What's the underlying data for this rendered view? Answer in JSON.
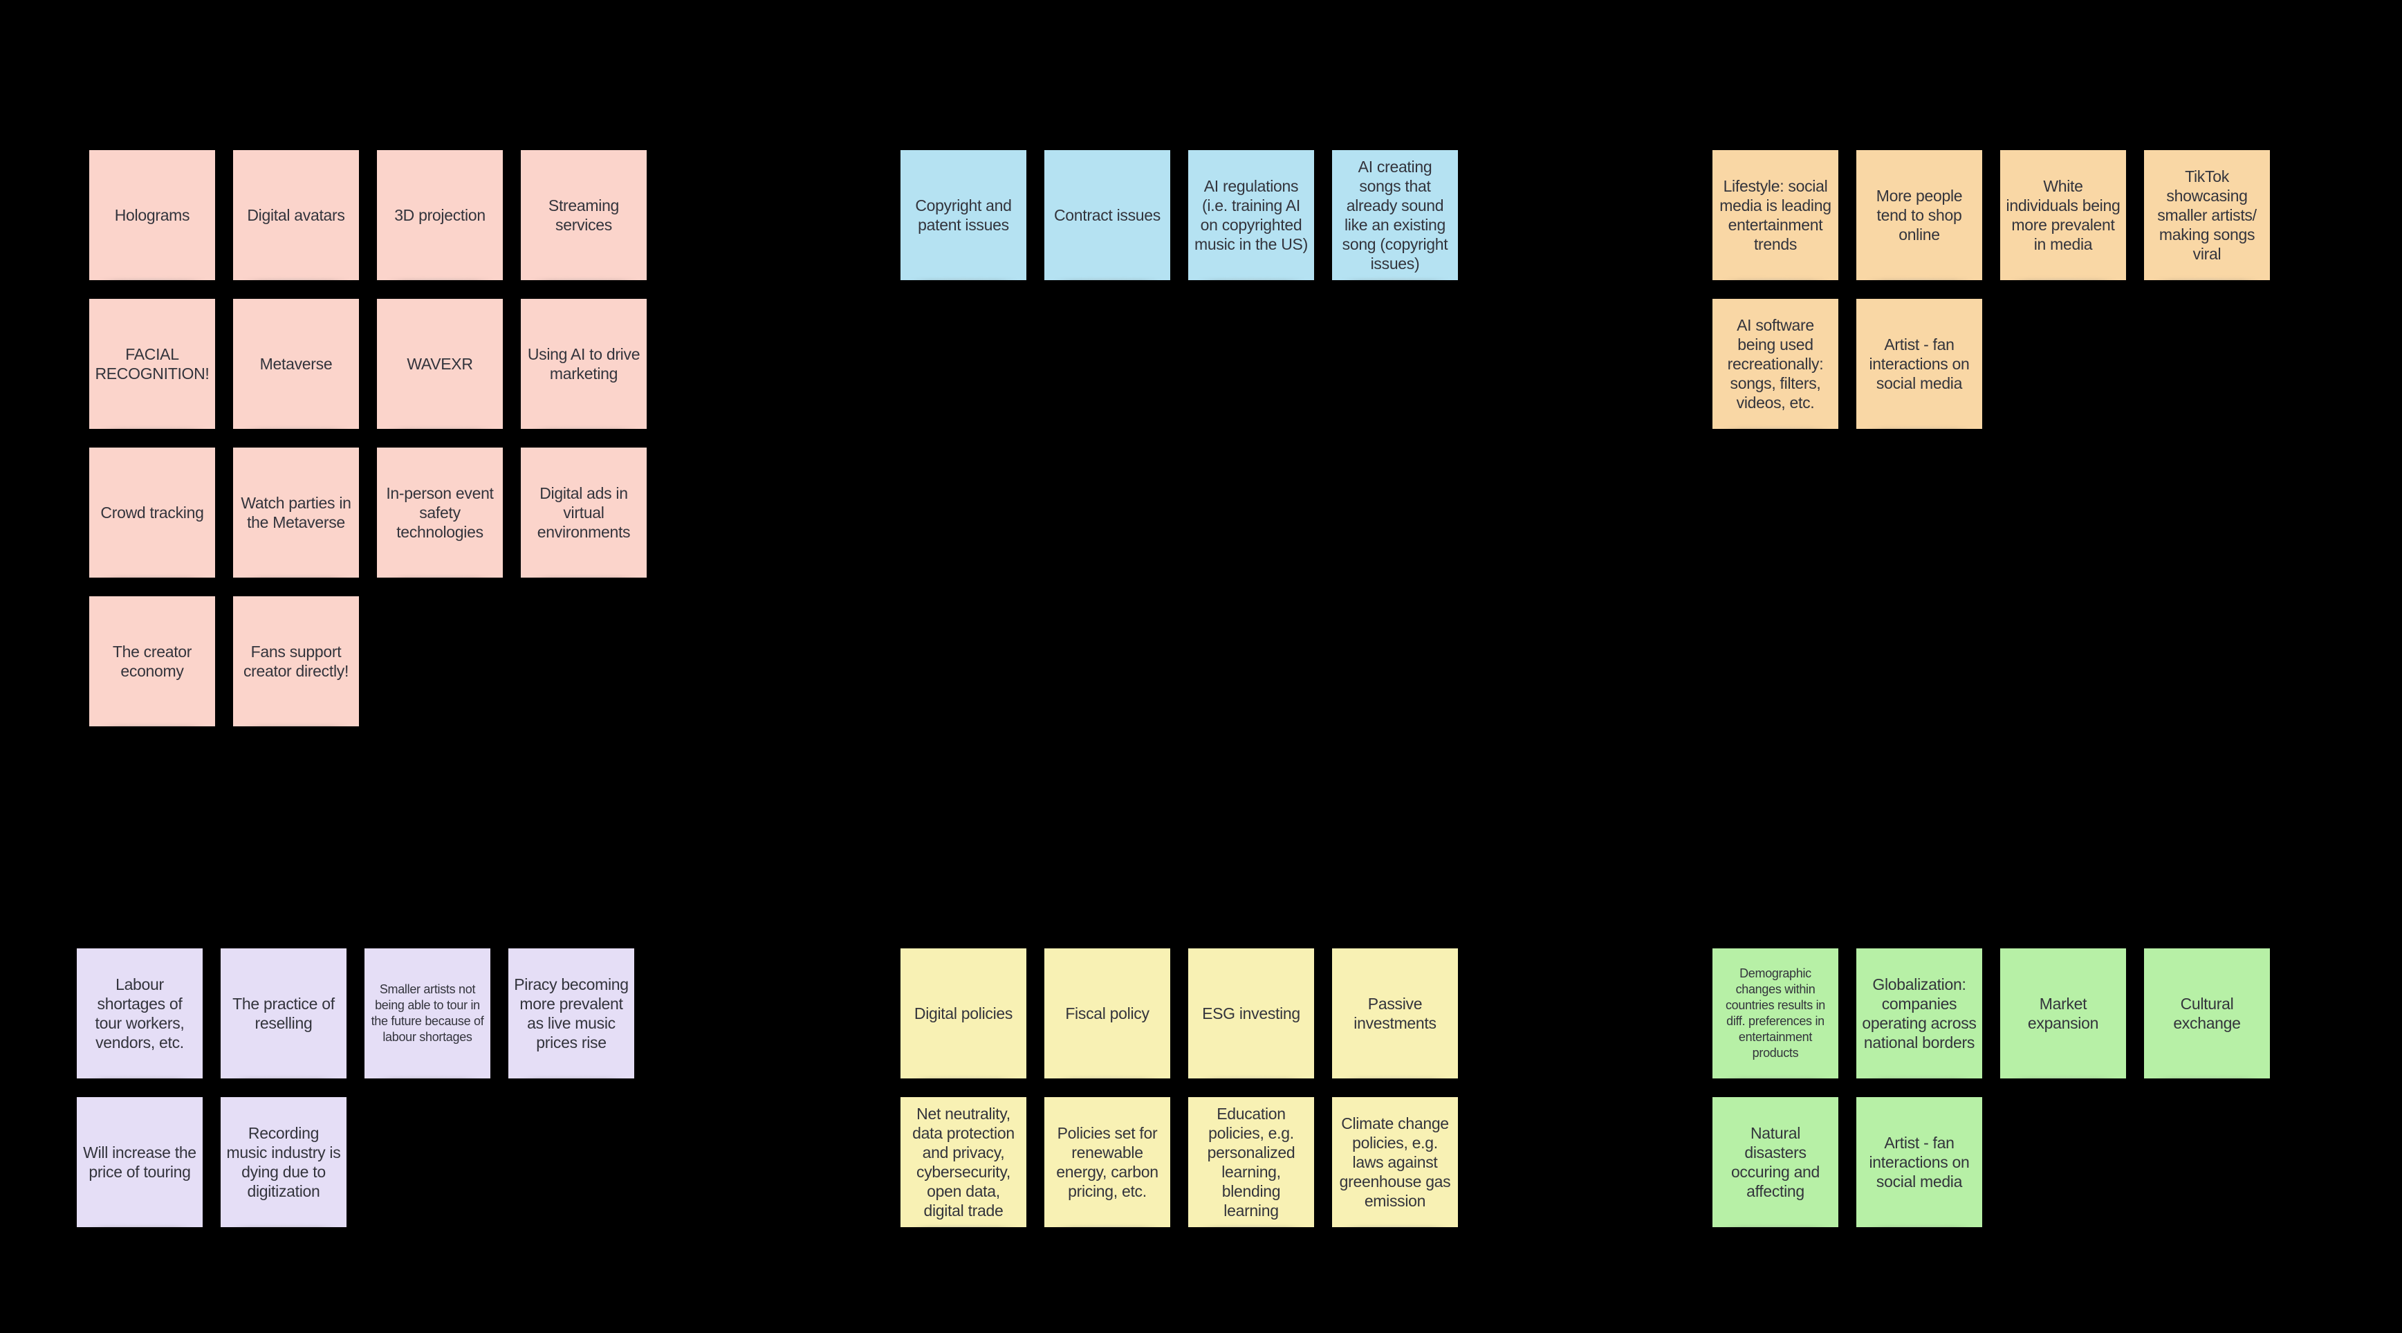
{
  "board": {
    "background_color": "#000000",
    "note_text_color": "#33343c",
    "groups": [
      {
        "id": "pink",
        "color": "#fbd4cb",
        "rows": [
          [
            {
              "text": "Holograms"
            },
            {
              "text": "Digital avatars"
            },
            {
              "text": "3D projection"
            },
            {
              "text": "Streaming services"
            }
          ],
          [
            {
              "text": "FACIAL RECOGNITION!"
            },
            {
              "text": "Metaverse"
            },
            {
              "text": "WAVEXR"
            },
            {
              "text": "Using AI to drive marketing"
            }
          ],
          [
            {
              "text": "Crowd tracking"
            },
            {
              "text": "Watch parties in the Metaverse"
            },
            {
              "text": "In-person event safety technologies"
            },
            {
              "text": "Digital ads in virtual environments"
            }
          ],
          [
            {
              "text": "The creator economy"
            },
            {
              "text": "Fans support creator directly!"
            }
          ]
        ]
      },
      {
        "id": "blue",
        "color": "#b5e2f2",
        "rows": [
          [
            {
              "text": "Copyright and patent issues"
            },
            {
              "text": "Contract issues"
            },
            {
              "text": "AI regulations (i.e. training AI on copyrighted music in the US)"
            },
            {
              "text": "AI creating songs that already sound like an existing song (copyright issues)"
            }
          ]
        ]
      },
      {
        "id": "orange",
        "color": "#f9d7a5",
        "rows": [
          [
            {
              "text": "Lifestyle: social media is leading entertainment trends"
            },
            {
              "text": "More people tend to shop online"
            },
            {
              "text": "White individuals being more prevalent in media"
            },
            {
              "text": "TikTok showcasing smaller artists/ making songs viral"
            }
          ],
          [
            {
              "text": "AI software being used recreationally: songs, filters, videos, etc."
            },
            {
              "text": "Artist - fan interactions on social media"
            }
          ]
        ]
      },
      {
        "id": "purple",
        "color": "#e5def6",
        "rows": [
          [
            {
              "text": "Labour shortages of tour workers, vendors, etc."
            },
            {
              "text": "The practice of reselling"
            },
            {
              "text": "Smaller artists not being able to tour in the future because of labour shortages",
              "small": true
            },
            {
              "text": "Piracy becoming more prevalent as live music prices rise"
            }
          ],
          [
            {
              "text": "Will increase the price of touring"
            },
            {
              "text": "Recording music industry is dying due to digitization"
            }
          ]
        ]
      },
      {
        "id": "yellow",
        "color": "#f8f1b4",
        "rows": [
          [
            {
              "text": "Digital policies"
            },
            {
              "text": "Fiscal policy"
            },
            {
              "text": "ESG investing"
            },
            {
              "text": "Passive investments"
            }
          ],
          [
            {
              "text": "Net neutrality, data protection and privacy, cybersecurity, open data, digital trade"
            },
            {
              "text": "Policies set for renewable energy, carbon pricing, etc."
            },
            {
              "text": "Education policies, e.g. personalized learning, blending learning"
            },
            {
              "text": "Climate change policies, e.g. laws against greenhouse gas emission"
            }
          ]
        ]
      },
      {
        "id": "green",
        "color": "#b7f0a6",
        "rows": [
          [
            {
              "text": "Demographic changes within countries results in diff. preferences in entertainment products",
              "small": true
            },
            {
              "text": "Globalization: companies operating across national borders"
            },
            {
              "text": "Market expansion"
            },
            {
              "text": "Cultural exchange"
            }
          ],
          [
            {
              "text": "Natural disasters occuring and affecting"
            },
            {
              "text": "Artist - fan interactions on social media"
            }
          ]
        ]
      }
    ]
  }
}
